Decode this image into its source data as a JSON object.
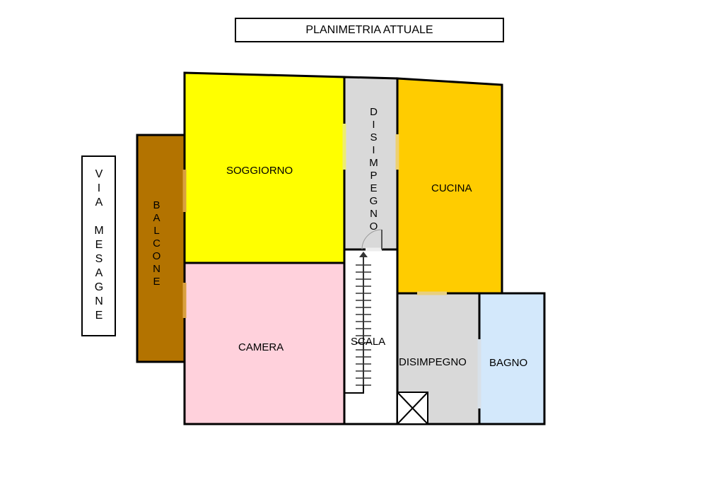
{
  "title": "PLANIMETRIA ATTUALE",
  "street": "VIA MESAGNE",
  "rooms": {
    "balcone": "BALCONE",
    "soggiorno": "SOGGIORNO",
    "disimpegno_top": "DISIMPEGNO",
    "cucina": "CUCINA",
    "camera": "CAMERA",
    "scala": "SCALA",
    "disimpegno_bottom": "DISIMPEGNO",
    "bagno": "BAGNO"
  },
  "colors": {
    "balcone": "#B37300",
    "soggiorno": "#FFFF00",
    "disimpegno": "#D9D9D9",
    "cucina": "#FFCC00",
    "camera": "#FFD1DC",
    "bagno": "#D3E8FB"
  }
}
